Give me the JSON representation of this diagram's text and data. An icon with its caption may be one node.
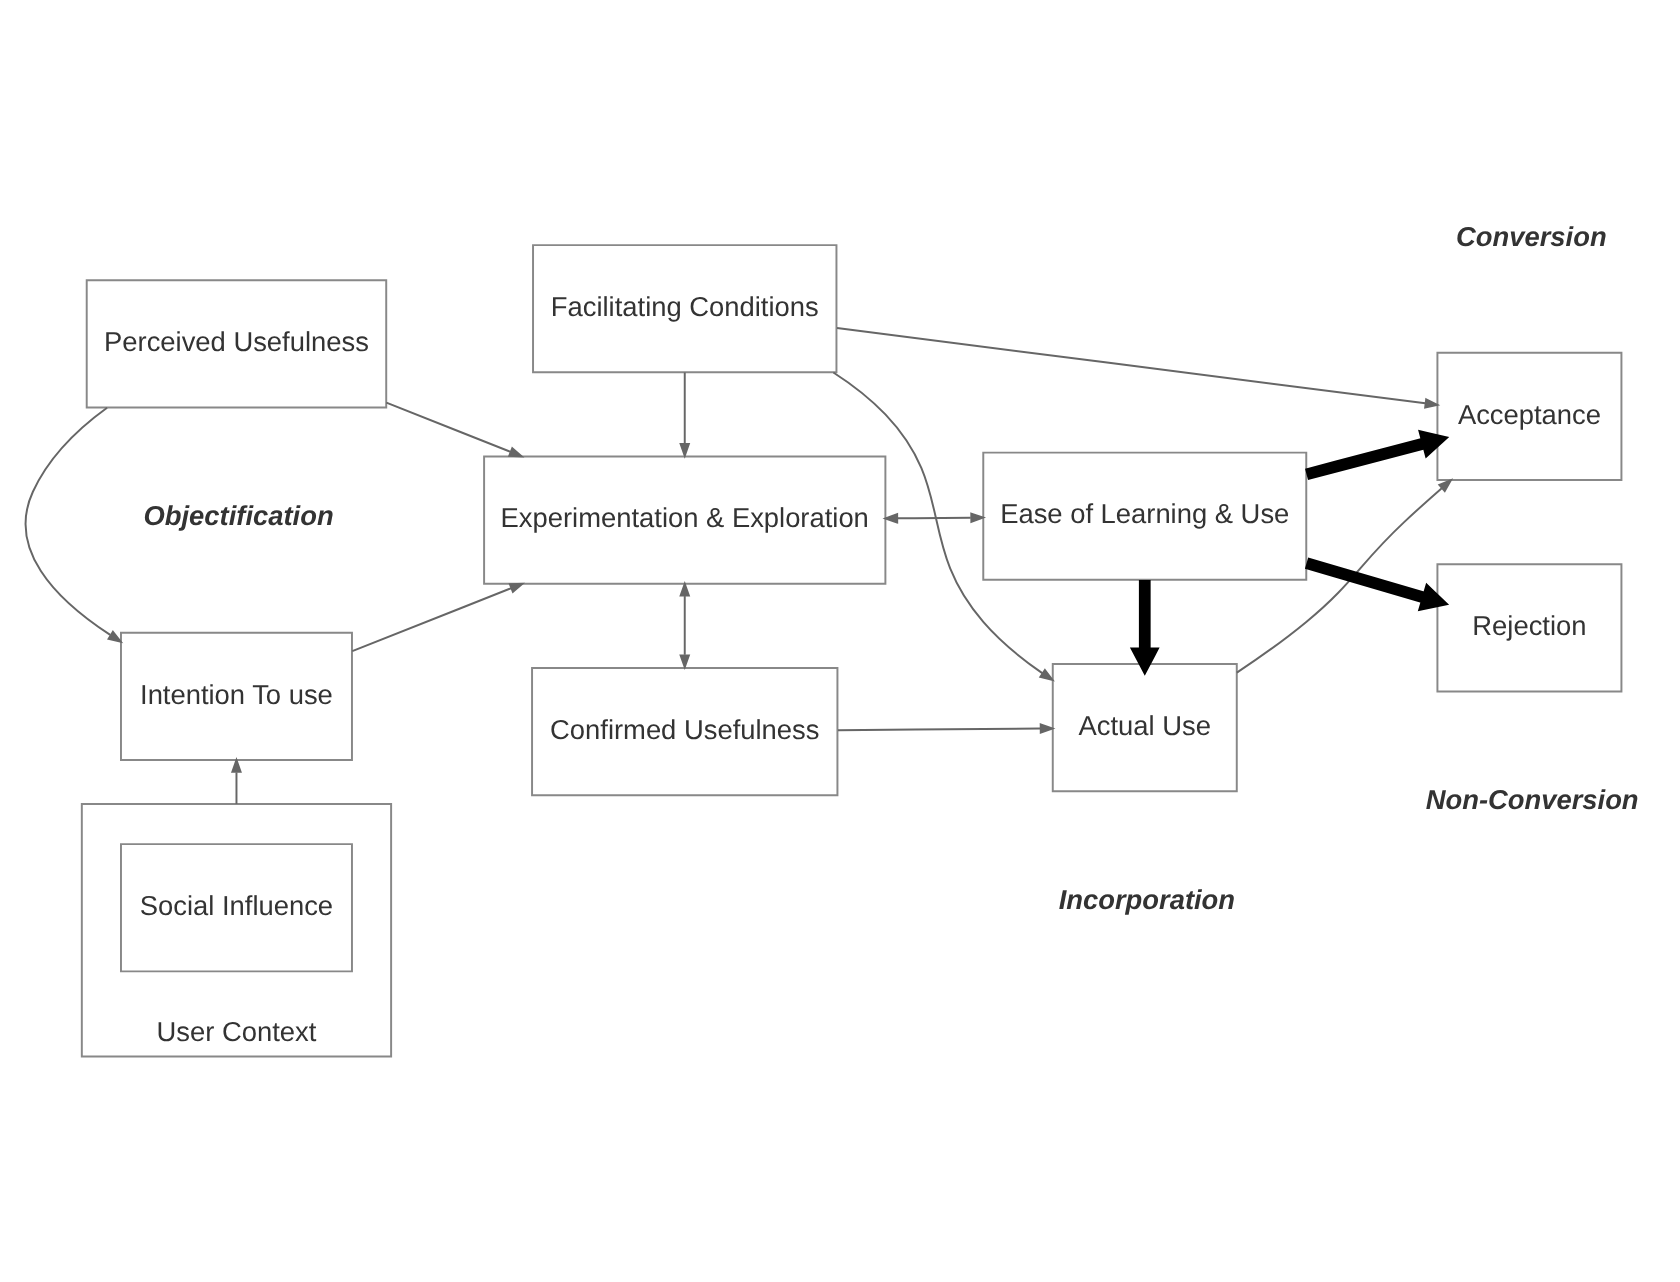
{
  "diagram": {
    "nodes": [
      {
        "text": [
          "User Context"
        ]
      },
      {
        "text": [
          "Social Influence"
        ],
        "in": 0
      },
      {
        "text": [
          "Intention To use"
        ]
      },
      {
        "text": [
          "Perceived Usefulness"
        ]
      },
      {
        "text": [
          "Facilitating Conditions"
        ]
      },
      {
        "text": [
          "Experimentation & Exploration"
        ]
      },
      {
        "text": [
          "Confirmed Usefulness"
        ]
      },
      {
        "text": [
          "Actual Use"
        ]
      },
      {
        "text": [
          "Ease of Learning & Use"
        ]
      },
      {
        "text": [
          "Acceptance"
        ]
      },
      {
        "text": [
          "Rejection"
        ]
      }
    ],
    "edges": [
      {
        "from": 0,
        "to": 2,
        "arrow": "to"
      },
      {
        "from": 3,
        "to": 2,
        "arrow": "to"
      },
      {
        "from": 2,
        "to": 5,
        "arrow": "to"
      },
      {
        "from": 3,
        "to": 5,
        "arrow": "to"
      },
      {
        "from": 4,
        "to": 5,
        "arrow": "to"
      },
      {
        "from": 4,
        "to": 9,
        "arrow": "to"
      },
      {
        "from": 4,
        "to": 7,
        "arrow": "to"
      },
      {
        "from": 5,
        "to": 6,
        "arrow": "both"
      },
      {
        "from": 5,
        "to": 8,
        "arrow": "both"
      },
      {
        "from": 6,
        "to": 7,
        "arrow": "to"
      },
      {
        "from": 8,
        "to": 7,
        "arrow": "to",
        "style": "thick",
        "color": "#000000"
      },
      {
        "from": 7,
        "to": 9,
        "arrow": "to"
      },
      {
        "from": 8,
        "to": 9,
        "arrow": "to",
        "style": "thick",
        "color": "#000000"
      },
      {
        "from": 8,
        "to": 10,
        "arrow": "to",
        "style": "thick",
        "color": "#000000"
      }
    ],
    "labels": [
      "Conversion",
      "Objectification",
      "Incorporation",
      "Non-Conversion"
    ]
  }
}
